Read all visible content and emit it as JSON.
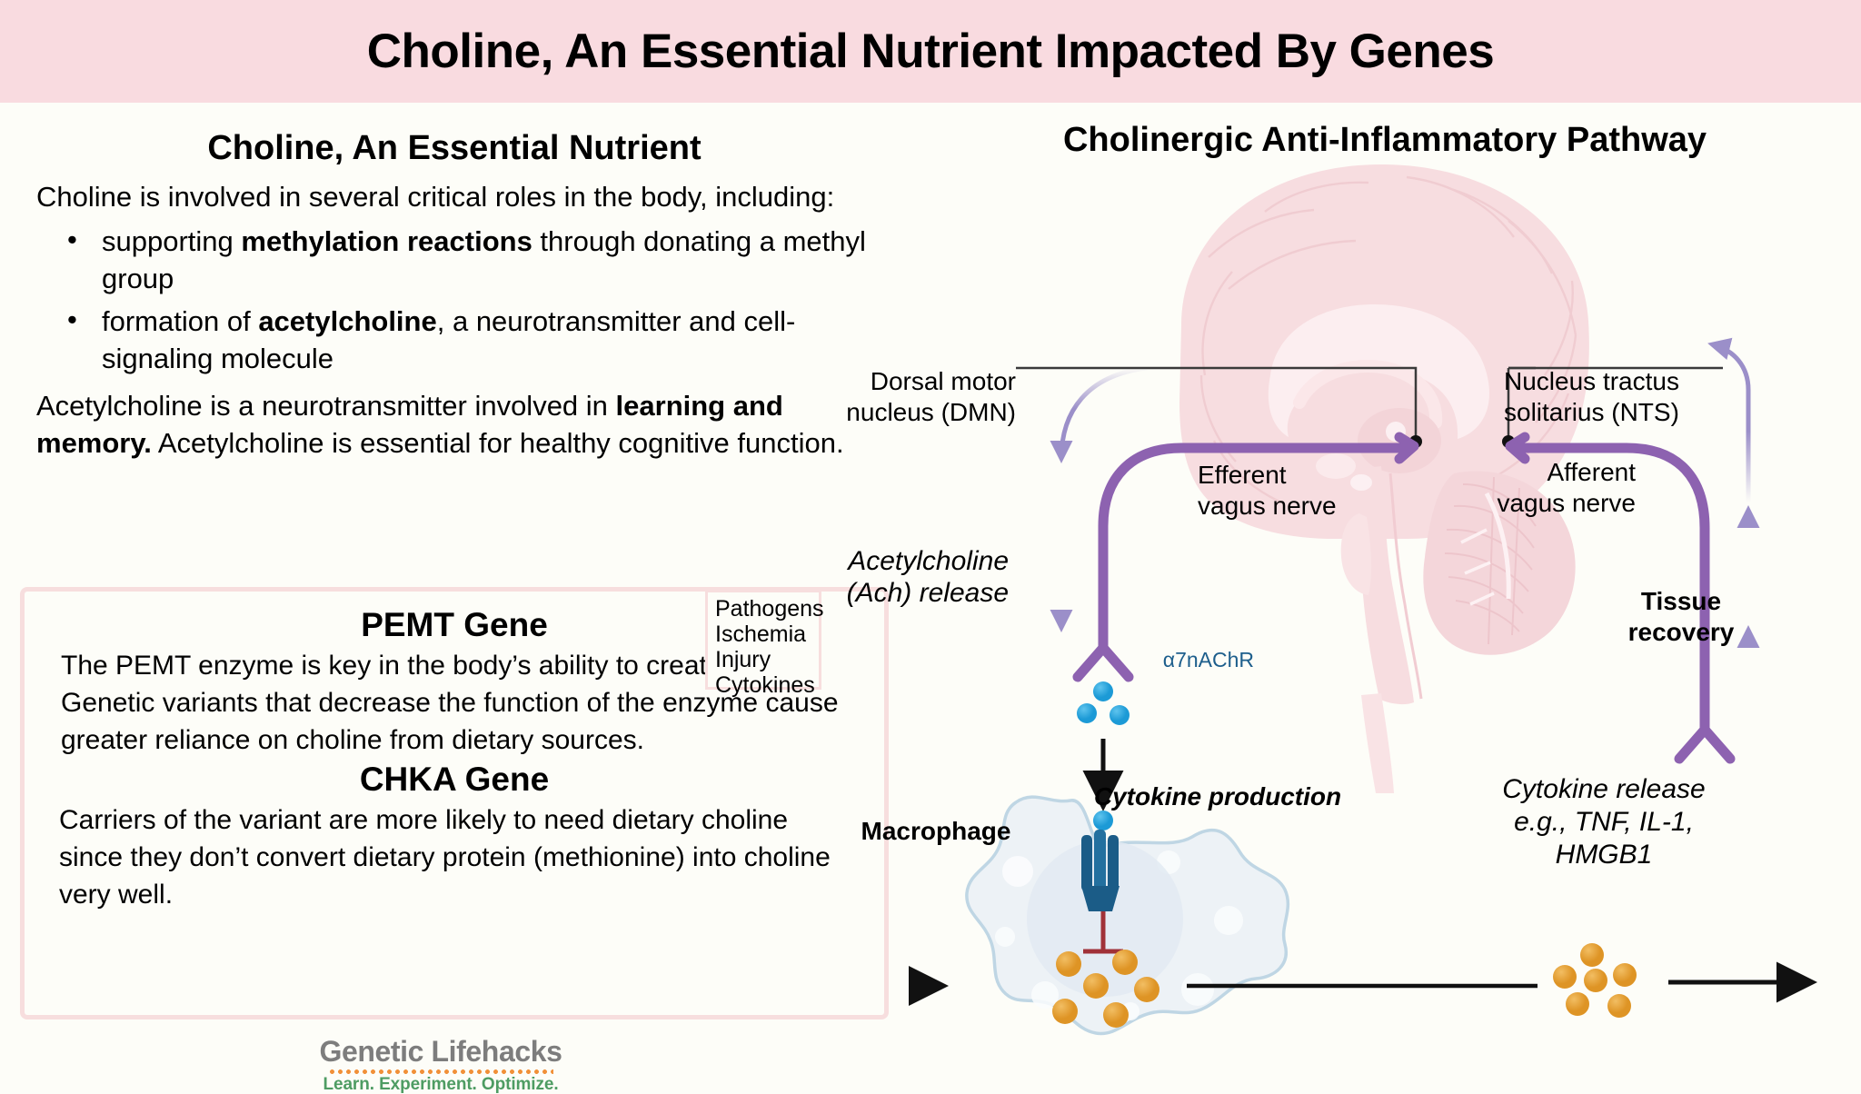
{
  "header": {
    "title": "Choline, An Essential Nutrient Impacted By Genes"
  },
  "left": {
    "section_title": "Choline, An Essential Nutrient",
    "intro": "Choline is involved in several critical roles in the body, including:",
    "bullets": [
      "supporting methylation reactions through donating a methyl group",
      "formation of acetylcholine, a neurotransmitter and cell-signaling molecule"
    ],
    "bullet_bold_terms": [
      "methylation reactions",
      "acetylcholine"
    ],
    "closing_paragraph": "Acetylcholine is a neurotransmitter involved in learning and memory. Acetylcholine is essential for healthy cognitive function.",
    "closing_bold_terms": [
      "learning and memory."
    ],
    "gene_box": {
      "pemt_title": "PEMT Gene",
      "pemt_body": "The PEMT enzyme is key in the body’s ability to create choline. Genetic variants that decrease the function of the enzyme cause greater reliance on choline from dietary sources.",
      "chka_title": "CHKA Gene",
      "chka_body": "Carriers of the variant are more likely to need dietary choline since they don’t convert dietary protein (methionine) into choline very well."
    },
    "logo": {
      "name": "Genetic Lifehacks",
      "tagline": "Learn. Experiment. Optimize."
    }
  },
  "right": {
    "title": "Cholinergic Anti-Inflammatory Pathway",
    "labels": {
      "dmn": "Dorsal motor nucleus (DMN)",
      "nts": "Nucleus tractus solitarius (NTS)",
      "efferent": "Efferent vagus nerve",
      "afferent": "Afferent vagus nerve",
      "acetylcholine": "Acetylcholine (Ach) release",
      "receptor": "α7nAChR",
      "cytokine_production": "Cytokine production",
      "macrophage": "Macrophage",
      "cytokine_release": "Cytokine release e.g., TNF, IL-1, HMGB1",
      "tissue_recovery": "Tissue recovery"
    },
    "stimuli": [
      "Pathogens",
      "Ischemia",
      "Injury",
      "Cytokines"
    ]
  },
  "colors": {
    "header_bg": "#F9DBE0",
    "page_bg": "#FDFDF8",
    "box_border": "#F7DEDE",
    "nerve_purple": "#8D62B0",
    "nerve_arrow_light": "#9B8FC9",
    "ach_blue": "#1C9AD6",
    "receptor_blue": "#1D5E8C",
    "cytokine_orange": "#E8A33D",
    "inhibit_red": "#A03138",
    "macrophage_fill": "#EDF2F6",
    "macrophage_stroke": "#BFD6E4",
    "brain_pink": "#F7DCDF",
    "logo_grey": "#7D7D7D",
    "logo_green": "#4E9C63",
    "logo_orange": "#F08A2E"
  }
}
